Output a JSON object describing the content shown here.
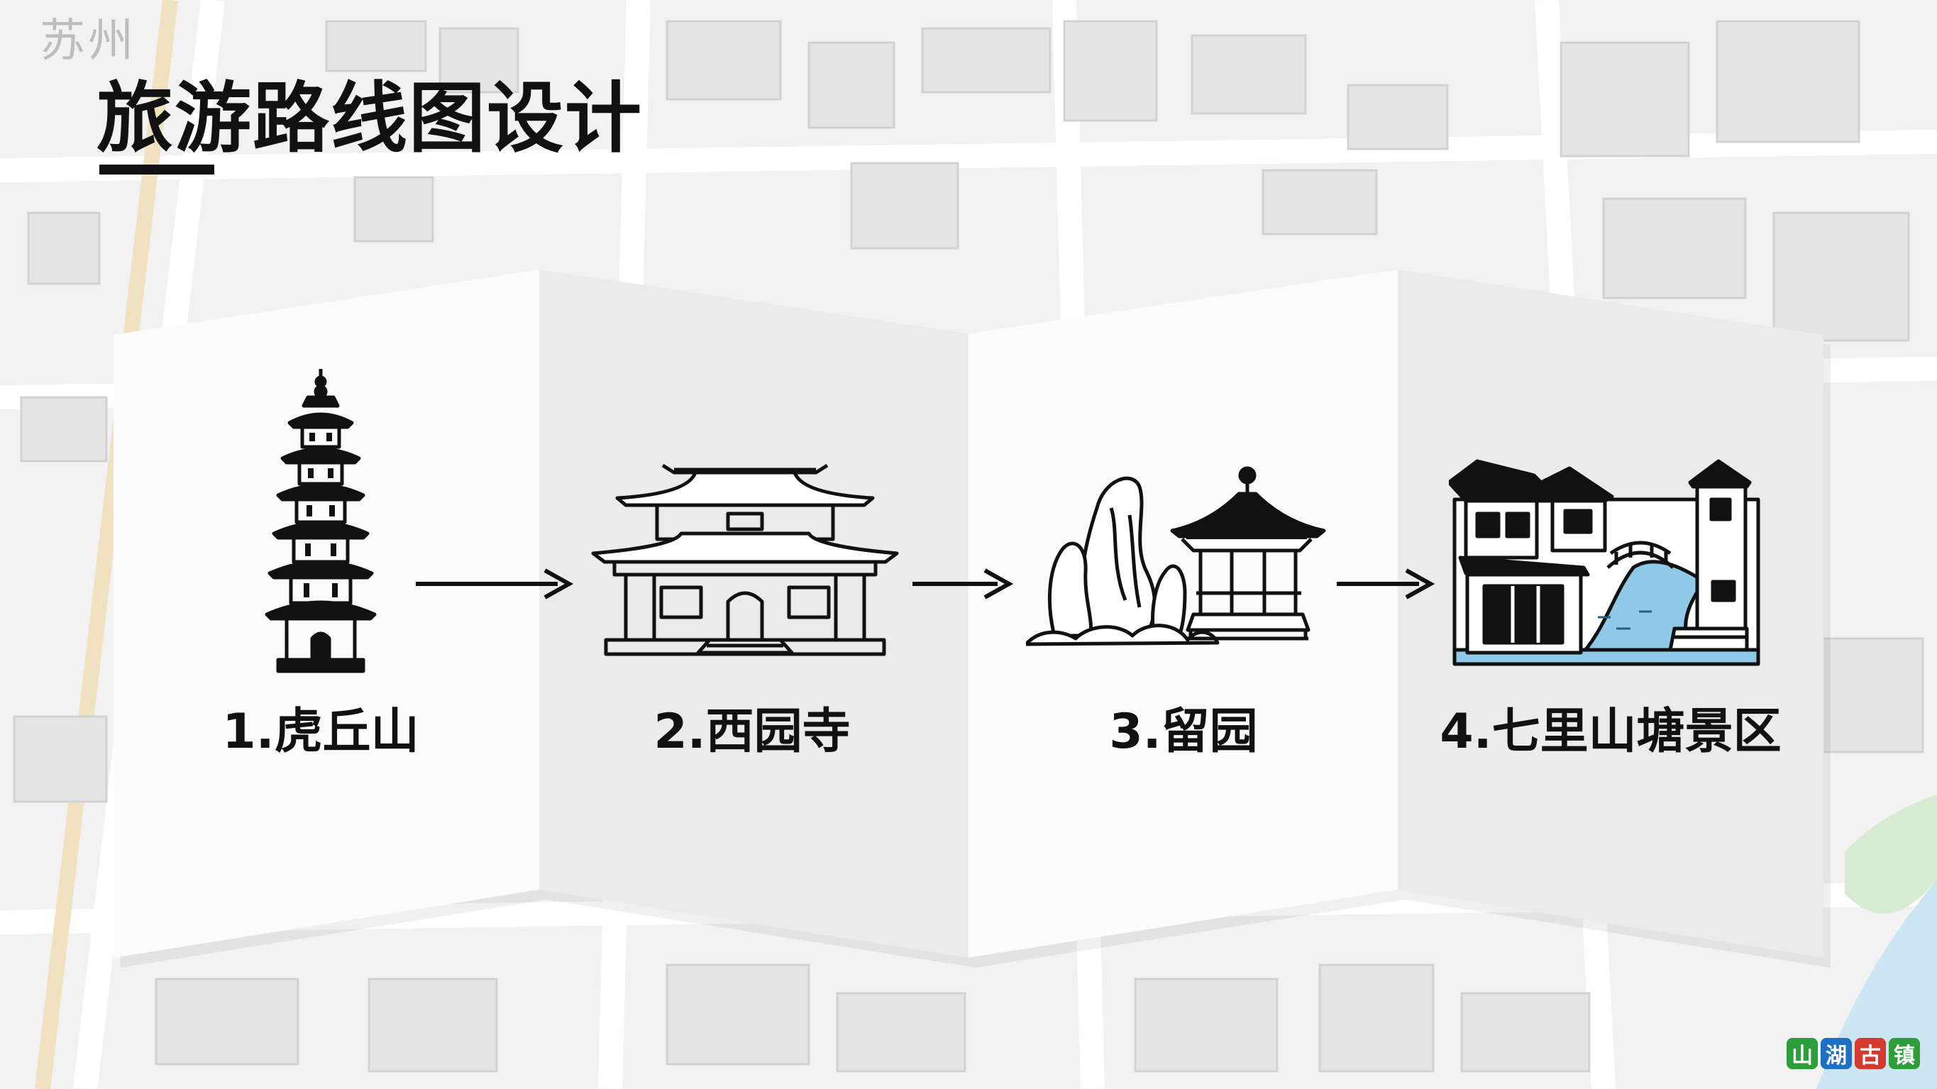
{
  "corner_label": "苏州",
  "title": "旅游路线图设计",
  "route": {
    "stops": [
      {
        "label": "1.虎丘山",
        "icon": "pagoda-icon"
      },
      {
        "label": "2.西园寺",
        "icon": "temple-icon"
      },
      {
        "label": "3.留园",
        "icon": "garden-pavilion-icon"
      },
      {
        "label": "4.七里山塘景区",
        "icon": "canal-town-icon"
      }
    ]
  },
  "watermark": {
    "text": "山湖古镇",
    "colors": [
      "#2e9d3c",
      "#1f6fc4",
      "#d63a2f",
      "#2e9d3c"
    ]
  },
  "colors": {
    "ink": "#111111",
    "water": "#8ec9e8",
    "panel_light": "#fbfbfb",
    "panel_shade": "#ececec"
  }
}
